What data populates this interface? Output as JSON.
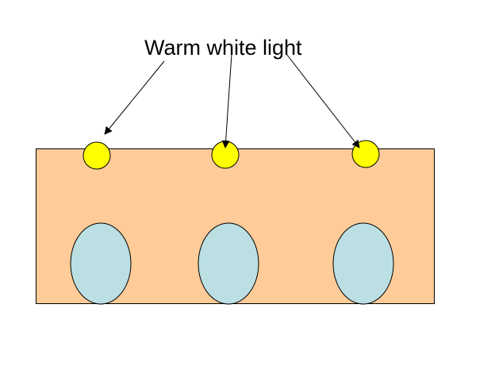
{
  "diagram": {
    "label": "Warm white light",
    "colors": {
      "panel": "#FFCC99",
      "light": "#FFFF00",
      "ellipse": "#BBDFE3",
      "stroke": "#000000"
    },
    "light_count": 3,
    "ellipse_count": 3
  }
}
